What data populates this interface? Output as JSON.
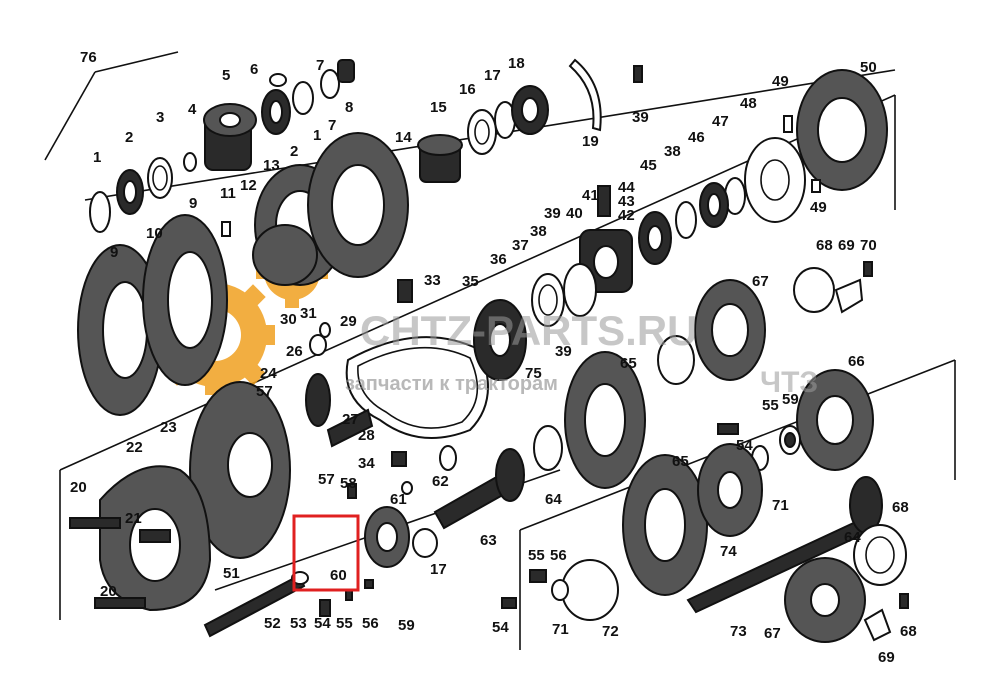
{
  "watermark": {
    "site": "CHTZ-PARTS.RU",
    "subtitle": "запчасти к тракторам",
    "brand": "ЧТЗ",
    "accent_color": "#f0a020"
  },
  "highlight": {
    "color": "#e02020"
  },
  "callouts": [
    {
      "id": "c76",
      "text": "76"
    },
    {
      "id": "c5",
      "text": "5"
    },
    {
      "id": "c6",
      "text": "6"
    },
    {
      "id": "c7a",
      "text": "7"
    },
    {
      "id": "c8",
      "text": "8"
    },
    {
      "id": "c4",
      "text": "4"
    },
    {
      "id": "c3",
      "text": "3"
    },
    {
      "id": "c2a",
      "text": "2"
    },
    {
      "id": "c1a",
      "text": "1"
    },
    {
      "id": "c13",
      "text": "13"
    },
    {
      "id": "c2b",
      "text": "2"
    },
    {
      "id": "c1b",
      "text": "1"
    },
    {
      "id": "c7b",
      "text": "7"
    },
    {
      "id": "c14",
      "text": "14"
    },
    {
      "id": "c15",
      "text": "15"
    },
    {
      "id": "c16",
      "text": "16"
    },
    {
      "id": "c17a",
      "text": "17"
    },
    {
      "id": "c18",
      "text": "18"
    },
    {
      "id": "c19",
      "text": "19"
    },
    {
      "id": "c39a",
      "text": "39"
    },
    {
      "id": "c49a",
      "text": "49"
    },
    {
      "id": "c50",
      "text": "50"
    },
    {
      "id": "c48",
      "text": "48"
    },
    {
      "id": "c47",
      "text": "47"
    },
    {
      "id": "c46",
      "text": "46"
    },
    {
      "id": "c38a",
      "text": "38"
    },
    {
      "id": "c45",
      "text": "45"
    },
    {
      "id": "c44",
      "text": "44"
    },
    {
      "id": "c41",
      "text": "41"
    },
    {
      "id": "c43",
      "text": "43"
    },
    {
      "id": "c42",
      "text": "42"
    },
    {
      "id": "c39b",
      "text": "39"
    },
    {
      "id": "c40",
      "text": "40"
    },
    {
      "id": "c49b",
      "text": "49"
    },
    {
      "id": "c11",
      "text": "11"
    },
    {
      "id": "c12",
      "text": "12"
    },
    {
      "id": "c9a",
      "text": "9"
    },
    {
      "id": "c10",
      "text": "10"
    },
    {
      "id": "c9b",
      "text": "9"
    },
    {
      "id": "c33",
      "text": "33"
    },
    {
      "id": "c37",
      "text": "37"
    },
    {
      "id": "c38b",
      "text": "38"
    },
    {
      "id": "c36",
      "text": "36"
    },
    {
      "id": "c35",
      "text": "35"
    },
    {
      "id": "c68a",
      "text": "68"
    },
    {
      "id": "c69a",
      "text": "69"
    },
    {
      "id": "c70",
      "text": "70"
    },
    {
      "id": "c67a",
      "text": "67"
    },
    {
      "id": "c30",
      "text": "30"
    },
    {
      "id": "c31",
      "text": "31"
    },
    {
      "id": "c29",
      "text": "29"
    },
    {
      "id": "c26",
      "text": "26"
    },
    {
      "id": "c39c",
      "text": "39"
    },
    {
      "id": "c75",
      "text": "75"
    },
    {
      "id": "c65a",
      "text": "65"
    },
    {
      "id": "c66",
      "text": "66"
    },
    {
      "id": "c24",
      "text": "24"
    },
    {
      "id": "c27",
      "text": "27"
    },
    {
      "id": "c28",
      "text": "28"
    },
    {
      "id": "c23",
      "text": "23"
    },
    {
      "id": "c57a",
      "text": "57"
    },
    {
      "id": "c55a",
      "text": "55"
    },
    {
      "id": "c59a",
      "text": "59"
    },
    {
      "id": "c54a",
      "text": "54"
    },
    {
      "id": "c22",
      "text": "22"
    },
    {
      "id": "c34",
      "text": "34"
    },
    {
      "id": "c62",
      "text": "62"
    },
    {
      "id": "c57b",
      "text": "57"
    },
    {
      "id": "c58",
      "text": "58"
    },
    {
      "id": "c61",
      "text": "61"
    },
    {
      "id": "c64a",
      "text": "64"
    },
    {
      "id": "c65b",
      "text": "65"
    },
    {
      "id": "c71a",
      "text": "71"
    },
    {
      "id": "c20a",
      "text": "20"
    },
    {
      "id": "c21",
      "text": "21"
    },
    {
      "id": "c63",
      "text": "63"
    },
    {
      "id": "c74",
      "text": "74"
    },
    {
      "id": "c68b",
      "text": "68"
    },
    {
      "id": "c64b",
      "text": "64"
    },
    {
      "id": "c60",
      "text": "60"
    },
    {
      "id": "c17b",
      "text": "17"
    },
    {
      "id": "c55b",
      "text": "55"
    },
    {
      "id": "c56a",
      "text": "56"
    },
    {
      "id": "c51",
      "text": "51"
    },
    {
      "id": "c20b",
      "text": "20"
    },
    {
      "id": "c52",
      "text": "52"
    },
    {
      "id": "c53",
      "text": "53"
    },
    {
      "id": "c54b",
      "text": "54"
    },
    {
      "id": "c55c",
      "text": "55"
    },
    {
      "id": "c56b",
      "text": "56"
    },
    {
      "id": "c59b",
      "text": "59"
    },
    {
      "id": "c54c",
      "text": "54"
    },
    {
      "id": "c71b",
      "text": "71"
    },
    {
      "id": "c72",
      "text": "72"
    },
    {
      "id": "c73",
      "text": "73"
    },
    {
      "id": "c67b",
      "text": "67"
    },
    {
      "id": "c68c",
      "text": "68"
    },
    {
      "id": "c69b",
      "text": "69"
    }
  ]
}
